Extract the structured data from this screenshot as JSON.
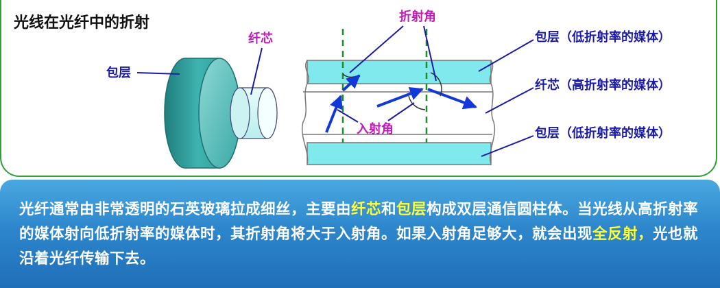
{
  "title": "光线在光纤中的折射",
  "labels": {
    "core_top": "纤芯",
    "cladding_left": "包层",
    "refraction_angle": "折射角",
    "incidence_angle": "入射角",
    "cladding_top_right": "包层（低折射率的媒体）",
    "core_right": "纤芯（高折射率的媒体）",
    "cladding_bottom_right": "包层（低折射率的媒体）"
  },
  "paragraph": [
    {
      "text": "光纤通常由非常透明的石英玻璃拉成细丝，主要由",
      "highlight": false
    },
    {
      "text": "纤芯",
      "highlight": true
    },
    {
      "text": "和",
      "highlight": false
    },
    {
      "text": "包层",
      "highlight": true
    },
    {
      "text": "构成双层通信圆柱体。当光线从高折射率的媒体射向低折射率的媒体时，其折射角将大于入射角。如果入射角足够大，就会出现",
      "highlight": false
    },
    {
      "text": "全反射，",
      "highlight": true
    },
    {
      "text": "光也就沿着光纤传输下去。",
      "highlight": false
    }
  ],
  "colors": {
    "border_green": "#2e9e3a",
    "cladding_cyan": "#7fe9ee",
    "cylinder_teal": "#3fb3b0",
    "ray_blue": "#1238d8",
    "label_navy": "#1a1aa8",
    "accent_magenta": "#c21bb5",
    "dashed_green": "#1f8a2a",
    "panel_blue": "#2d86cc",
    "highlight_yellow": "#ffff33"
  }
}
